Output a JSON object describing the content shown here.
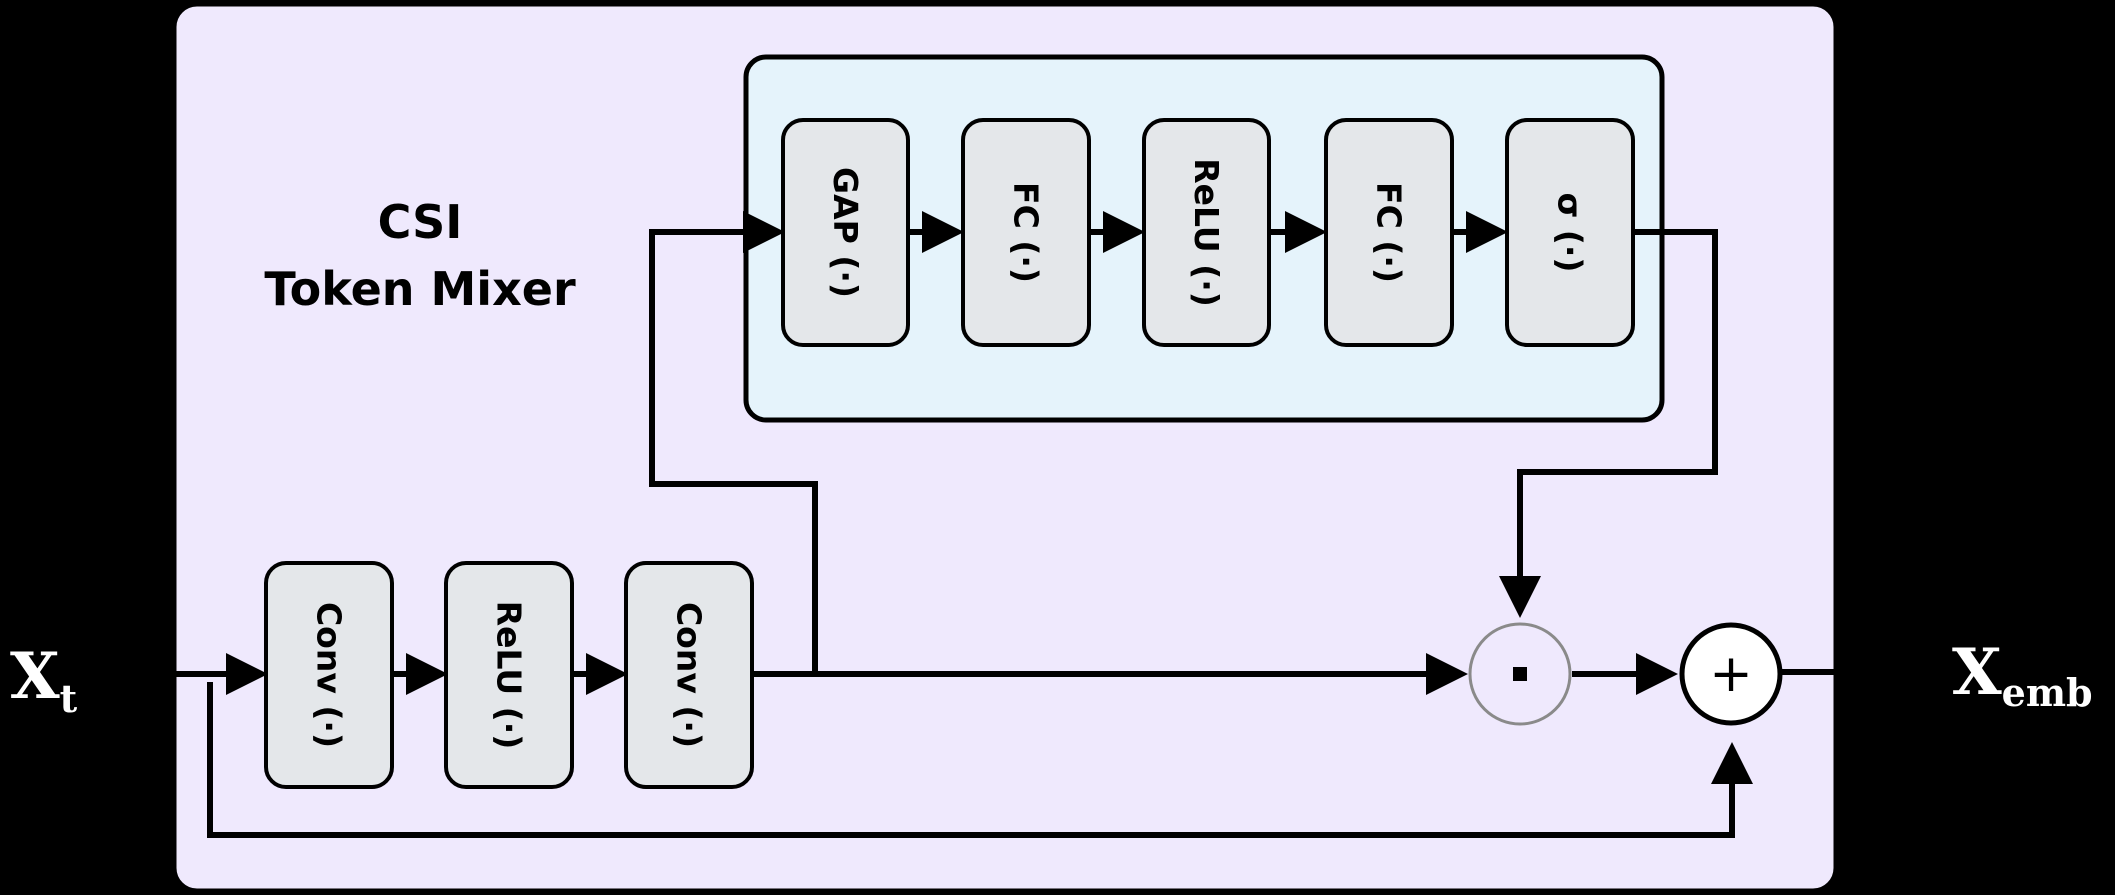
{
  "title": {
    "line1": "CSI",
    "line2": "Token Mixer"
  },
  "input_label": {
    "main": "X",
    "sub": "t"
  },
  "output_label": {
    "main": "X",
    "sub": "emb"
  },
  "attention_blocks": [
    {
      "id": "gap",
      "label": "GAP (·)"
    },
    {
      "id": "fc1",
      "label": "FC (·)"
    },
    {
      "id": "relu-top",
      "label": "ReLU (·)"
    },
    {
      "id": "fc2",
      "label": "FC (·)"
    },
    {
      "id": "sigma",
      "label": "σ (·)"
    }
  ],
  "conv_blocks": [
    {
      "id": "conv1",
      "label": "Conv (·)"
    },
    {
      "id": "relu-bottom",
      "label": "ReLU (·)"
    },
    {
      "id": "conv2",
      "label": "Conv (·)"
    }
  ],
  "operators": {
    "multiply": "·",
    "add": "+"
  },
  "colors": {
    "outer_panel": "#efe9fd",
    "inner_panel": "#e5f3fb",
    "block_fill": "#e4e7ea",
    "stroke": "#000000",
    "background": "#000000"
  }
}
